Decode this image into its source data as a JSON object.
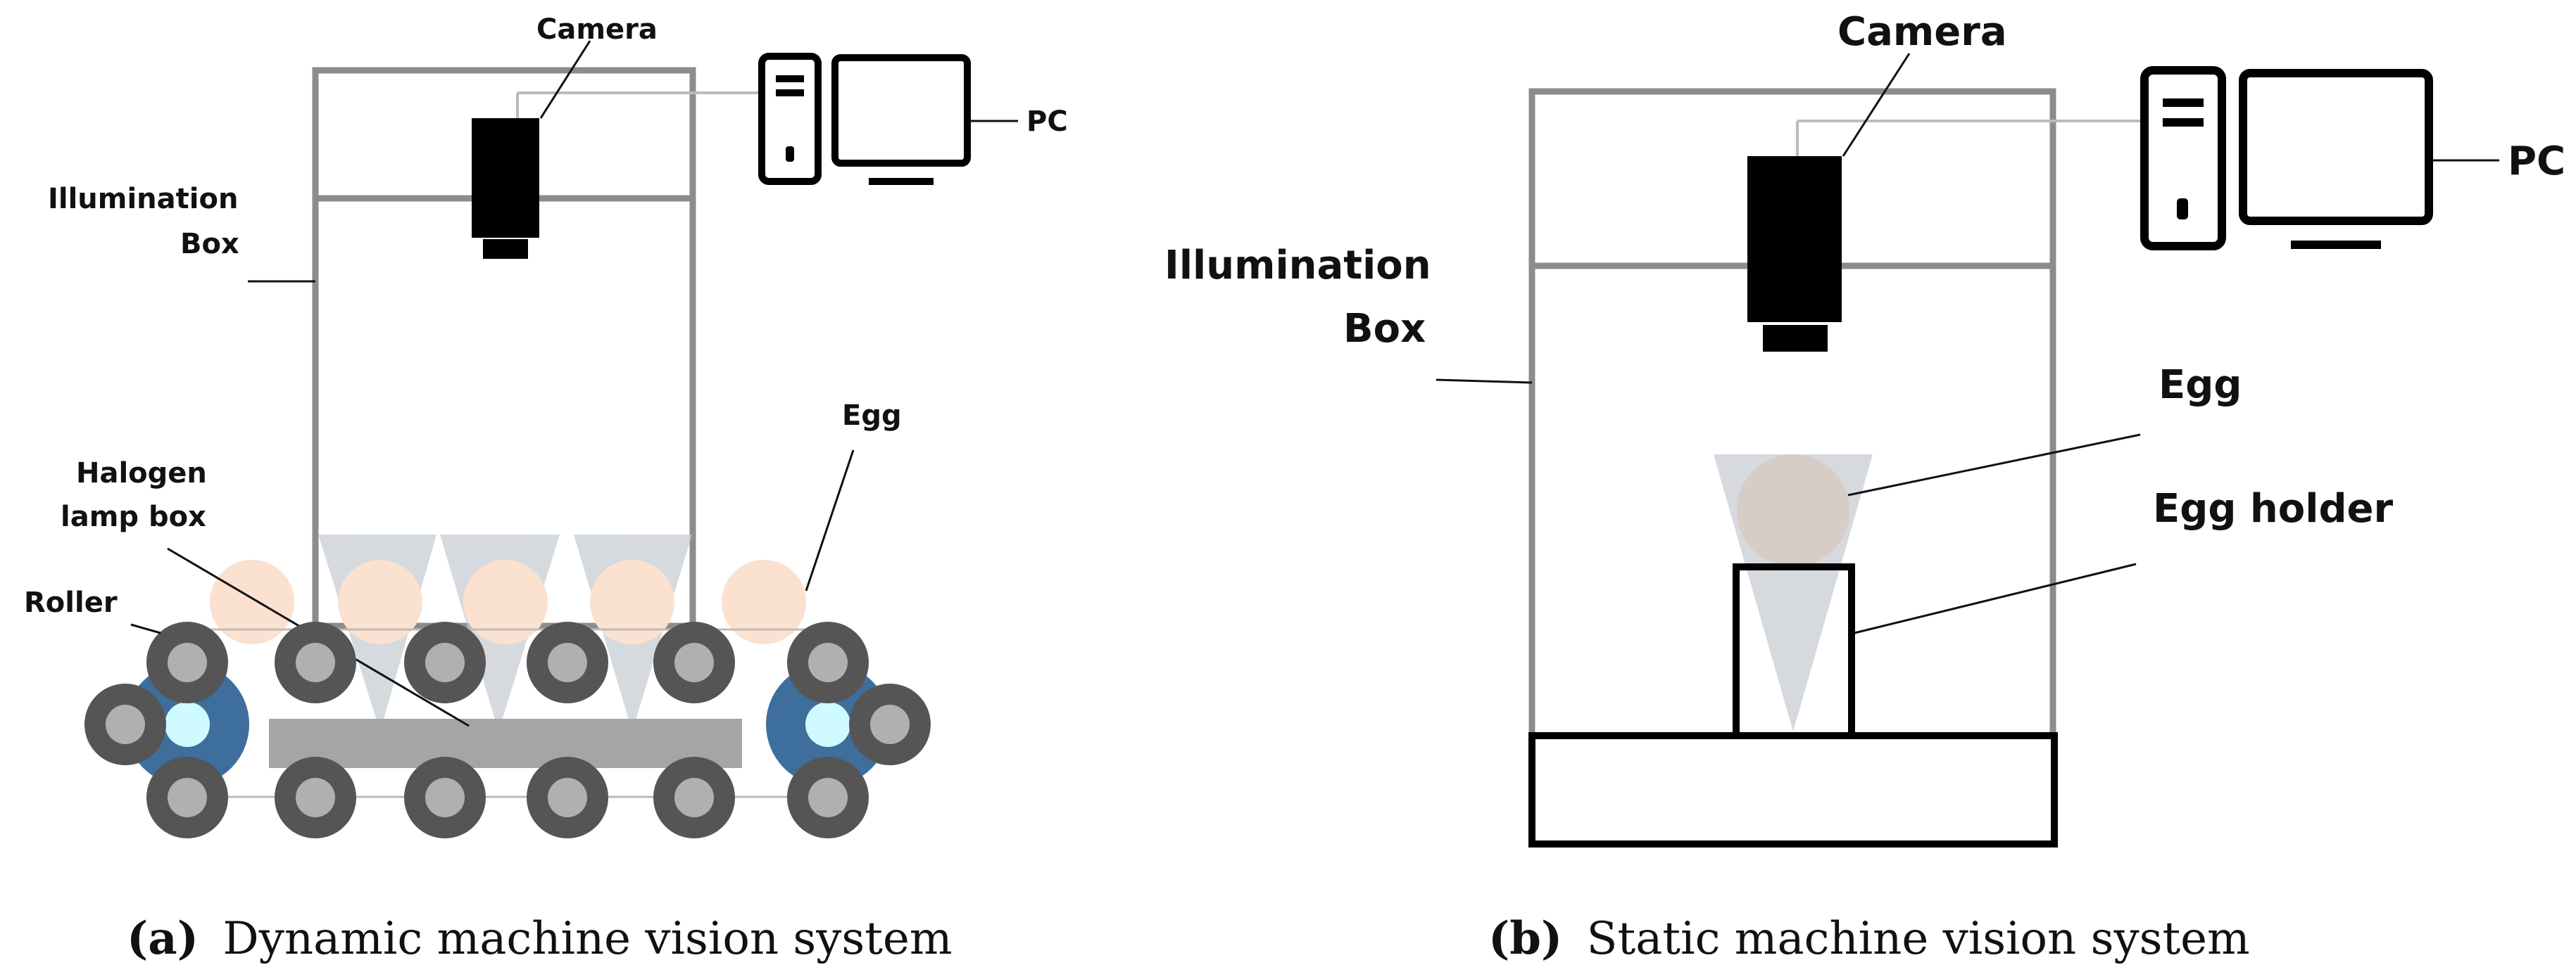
{
  "panel_a": {
    "labels": {
      "camera": "Camera",
      "pc": "PC",
      "illumination_1": "Illumination",
      "illumination_2": "Box",
      "halogen_1": "Halogen",
      "halogen_2": "lamp box",
      "roller": "Roller",
      "egg": "Egg"
    },
    "caption_letter": "(a)",
    "caption_text": "Dynamic machine vision system"
  },
  "panel_b": {
    "labels": {
      "camera": "Camera",
      "pc": "PC",
      "illumination_1": "Illumination",
      "illumination_2": "Box",
      "egg": "Egg",
      "egg_holder": "Egg holder"
    },
    "caption_letter": "(b)",
    "caption_text": "Static machine vision system"
  },
  "colors": {
    "box_outline": "#8c8c8c",
    "egg_fill": "#fbe1cf",
    "egg_fill_static": "#d8ccc6",
    "cone_fill": "#c4cbd1",
    "roller_dark": "#555555",
    "roller_light": "#b0b0b0",
    "drive_wheel": "#3e6e9c",
    "drive_hub": "#cffaff",
    "lamp_box": "#a5a5a5"
  }
}
